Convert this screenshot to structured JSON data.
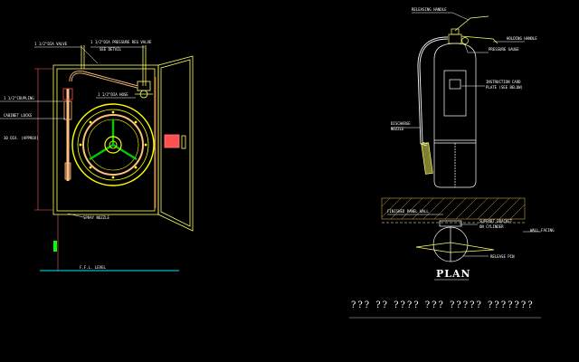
{
  "colors": {
    "background": "#000000",
    "outline": "#ffff66",
    "hose": "#ffc080",
    "reel_ring": "#ffff00",
    "reel_spokes": "#00cc00",
    "accent_red": "#ff5050",
    "green_mark": "#00ff00",
    "floor_line": "#00e5ff",
    "dimension": "#ff6060",
    "label_text": "#ffffff",
    "leader": "#ffffff",
    "wall_hatch": "#c8a040",
    "footer_line": "#cccccc"
  },
  "cabinet": {
    "labels": {
      "top_left": "1 1/2\"DIA VALVE",
      "top_mid": "1 1/2\"DIA PRESSURE REG VALVE",
      "top_mid2": "SEE DETAIL",
      "left1": "1 1/2\"COUPLING",
      "left2": "CABINET LOCKS",
      "left3": "30 DIA. (APPROX)",
      "reel_lbl": "1 1/2\"DIA HOSE",
      "bottom_lbl": "SPRAY NOZZLE",
      "floor_lbl": "F.F.L. LEVEL"
    }
  },
  "extinguisher": {
    "labels": {
      "release_handle": "RELEASING HANDLE",
      "holding_handle": "HOLDING HANDLE",
      "pressure_gauge": "PRESSURE GAUGE",
      "instruction": "INSTRUCTION CARD",
      "instruction2": "PLATE (SEE BELOW)",
      "hose_nozzle1": "DISCHARGE",
      "hose_nozzle2": "NOZZLE"
    }
  },
  "plan": {
    "title": "PLAN",
    "labels": {
      "finish": "FINISHED PANEL WALL",
      "bracket1": "SUPPORT BRACKET",
      "bracket2": "ON CYLINDER",
      "wall_facing": "WALL FACING",
      "release_pin": "RELEASE PIN"
    }
  },
  "footer": {
    "title": "??? ?? ???? ??? ????? ???????"
  }
}
